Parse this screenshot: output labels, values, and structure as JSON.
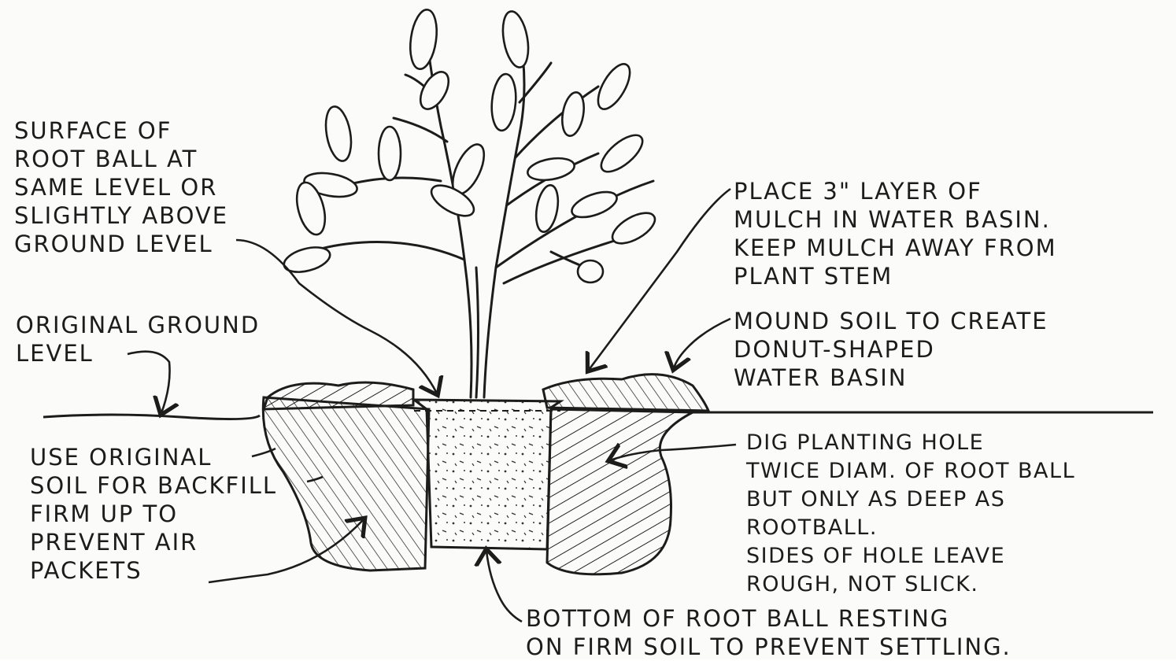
{
  "labels": {
    "root_ball_surface": [
      "SURFACE OF",
      "ROOT BALL AT",
      "SAME LEVEL OR",
      "SLIGHTLY ABOVE",
      "GROUND LEVEL"
    ],
    "mulch": [
      "PLACE 3\" LAYER OF",
      "MULCH IN WATER BASIN.",
      "KEEP MULCH AWAY FROM",
      "PLANT STEM"
    ],
    "original_ground": [
      "ORIGINAL GROUND",
      "LEVEL"
    ],
    "mound_soil": [
      "MOUND SOIL TO CREATE",
      "DONUT-SHAPED",
      "WATER BASIN"
    ],
    "backfill": [
      "USE ORIGINAL",
      "SOIL FOR BACKFILL",
      "FIRM UP TO",
      "PREVENT AIR",
      "PACKETS"
    ],
    "planting_hole": [
      "DIG PLANTING HOLE",
      "TWICE DIAM. OF ROOT BALL",
      "BUT ONLY AS DEEP AS",
      "ROOTBALL.",
      "SIDES OF HOLE LEAVE",
      "ROUGH, NOT SLICK."
    ],
    "bottom": [
      "BOTTOM OF ROOT BALL RESTING",
      "ON FIRM SOIL TO PREVENT SETTLING."
    ]
  },
  "colors": {
    "ink": "#1c1c1c",
    "paper": "#fbfbf9"
  }
}
